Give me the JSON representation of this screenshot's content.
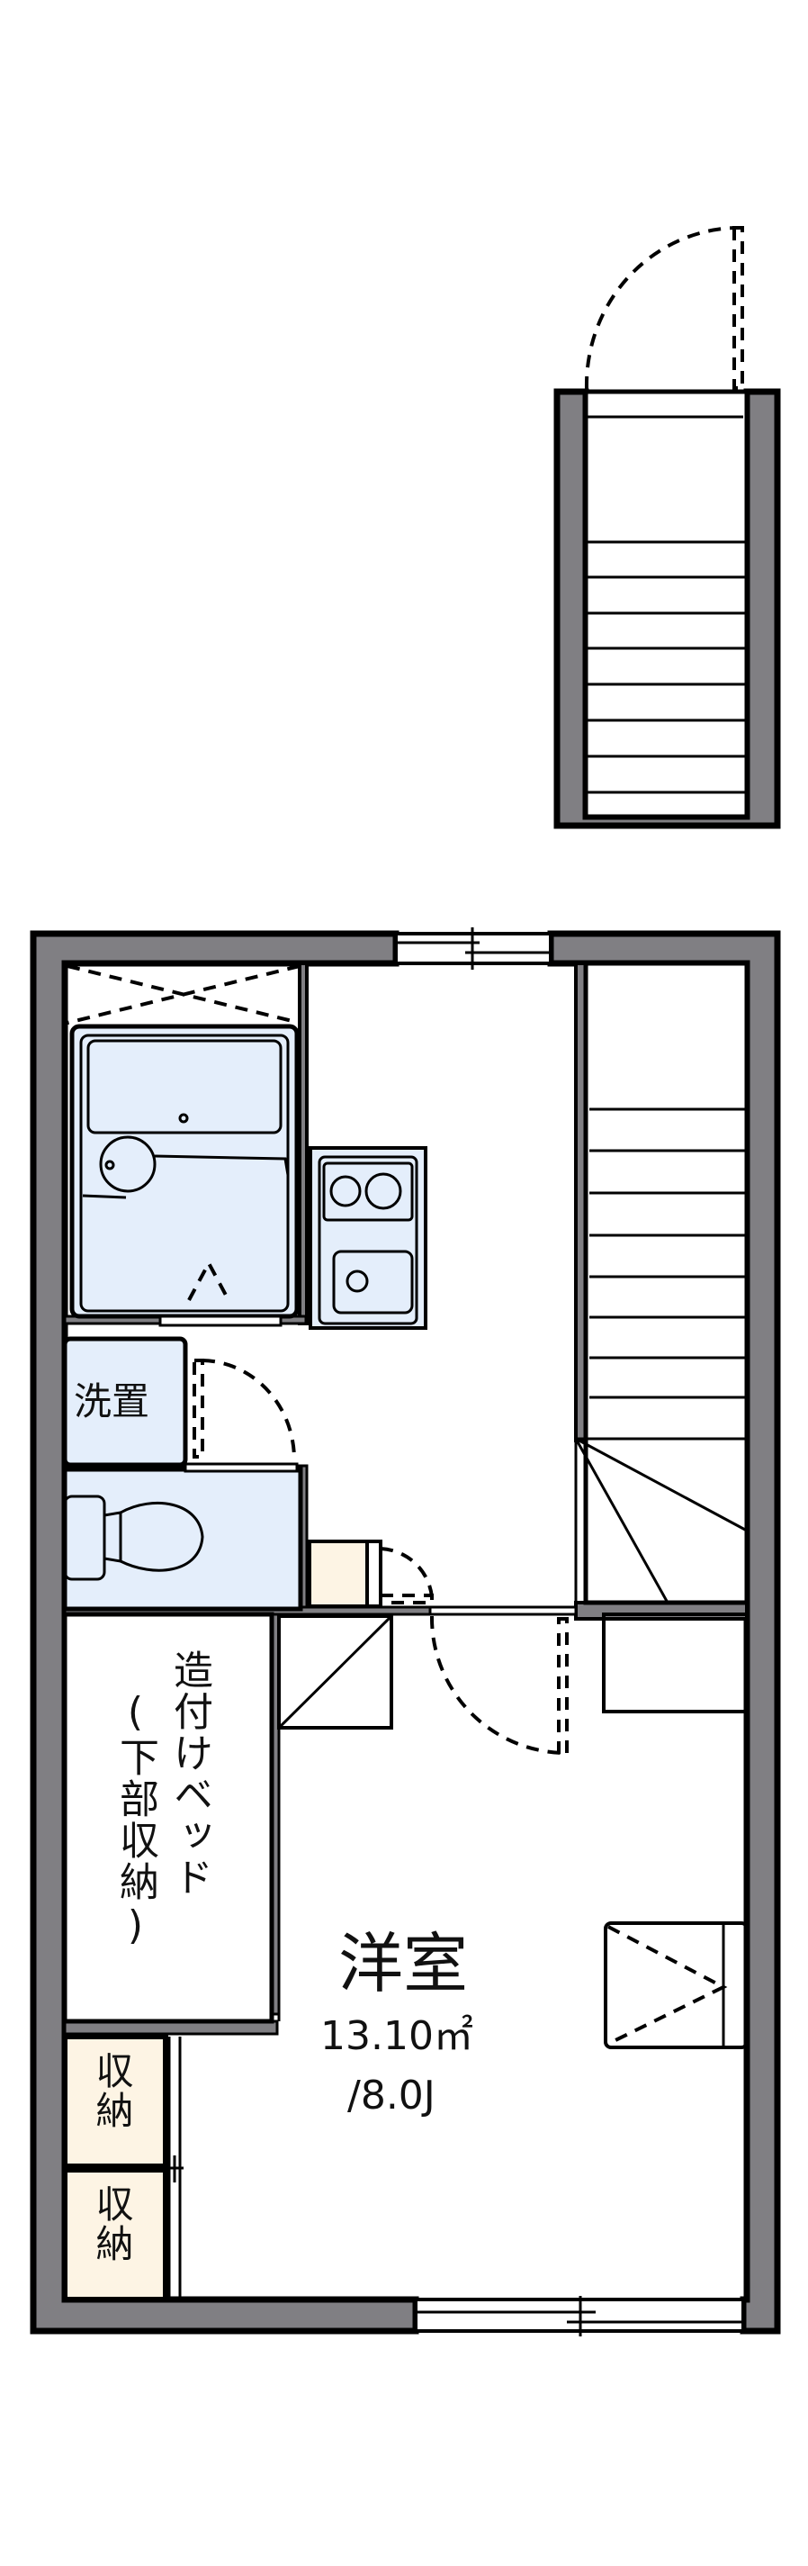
{
  "floor_plan": {
    "rooms": {
      "western_room": {
        "name": "洋室",
        "area": "13.10㎡",
        "jo": "/8.0J"
      },
      "washer_space": {
        "label": "洗置"
      },
      "built_in_bed": {
        "label_main": "造付けベッド",
        "label_sub": "(下部収納)"
      },
      "storage_1": {
        "label": "収納"
      },
      "storage_2": {
        "label": "収納"
      }
    },
    "colors": {
      "wall": "#807f83",
      "wet_area": "#e4eefb",
      "storage": "#fdf4e4",
      "line": "#000000",
      "background": "#ffffff"
    },
    "stairs": {
      "exterior_steps": 8,
      "interior_steps": 8
    }
  }
}
